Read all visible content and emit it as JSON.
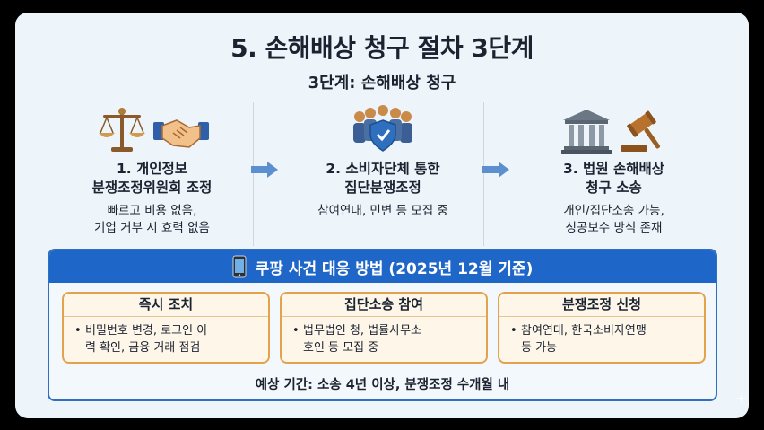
{
  "title": "5. 손해배상 청구 절차 3단계",
  "subtitle": "3단계: 손해배상 청구",
  "steps": [
    {
      "title_line1": "1. 개인정보",
      "title_line2": "분쟁조정위원회 조정",
      "desc_line1": "빠르고 비용 없음,",
      "desc_line2": "기업 거부 시 효력 없음",
      "icons": [
        "scales-icon",
        "handshake-icon"
      ]
    },
    {
      "title_line1": "2. 소비자단체 통한",
      "title_line2": "집단분쟁조정",
      "desc_line1": "참여연대, 민변 등 모집 중",
      "icons": [
        "group-shield-icon"
      ]
    },
    {
      "title_line1": "3. 법원 손해배상",
      "title_line2": "청구 소송",
      "desc_line1": "개인/집단소송 가능,",
      "desc_line2": "성공보수 방식 존재",
      "icons": [
        "courthouse-icon",
        "gavel-icon"
      ]
    }
  ],
  "panel": {
    "header": "쿠팡 사건 대응 방법 (2025년 12월 기준)",
    "header_icon": "phone-icon",
    "cards": [
      {
        "title": "즉시 조치",
        "bullet_line1": "비밀번호 변경, 로그인 이",
        "bullet_line2": "력 확인, 금융 거래 점검"
      },
      {
        "title": "집단소송 참여",
        "bullet_line1": "법무법인 청, 법률사무소",
        "bullet_line2": "호인 등 모집 중"
      },
      {
        "title": "분쟁조정 신청",
        "bullet_line1": "참여연대, 한국소비자연맹",
        "bullet_line2": "등 가능"
      }
    ],
    "footer": "예상 기간: 소송 4년 이상, 분쟁조정 수개월 내"
  },
  "colors": {
    "background": "#eef5fa",
    "panel_header": "#1f66c9",
    "card_border": "#e3a34d",
    "card_fill": "#fdf6e9",
    "arrow": "#5b8fd0",
    "text": "#1b2230"
  }
}
